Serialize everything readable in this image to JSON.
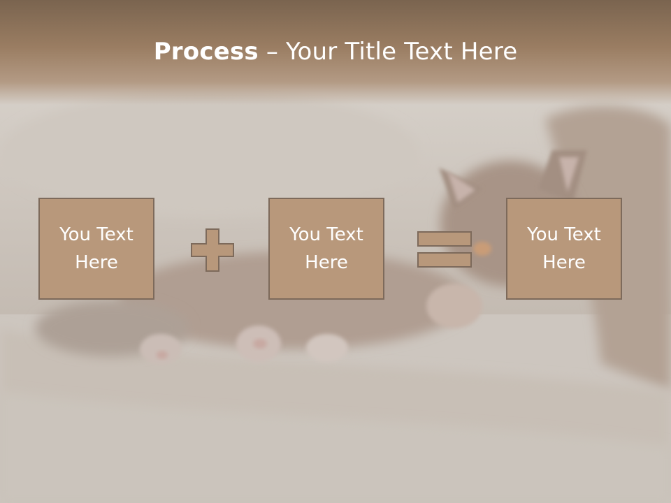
{
  "slide": {
    "title_bold": "Process",
    "title_rest": " – Your Title Text Here",
    "background": "cat-on-sofa-photo"
  },
  "process": {
    "boxes": [
      {
        "text": "You Text Here"
      },
      {
        "text": "You Text Here"
      },
      {
        "text": "You Text Here"
      }
    ],
    "operators": [
      "plus-icon",
      "equals-icon"
    ]
  },
  "colors": {
    "title_band": "#9a7d62",
    "box_fill": "#b8987b",
    "box_border": "#7d6a5b",
    "text": "#ffffff",
    "background": "#cdc6bf"
  }
}
